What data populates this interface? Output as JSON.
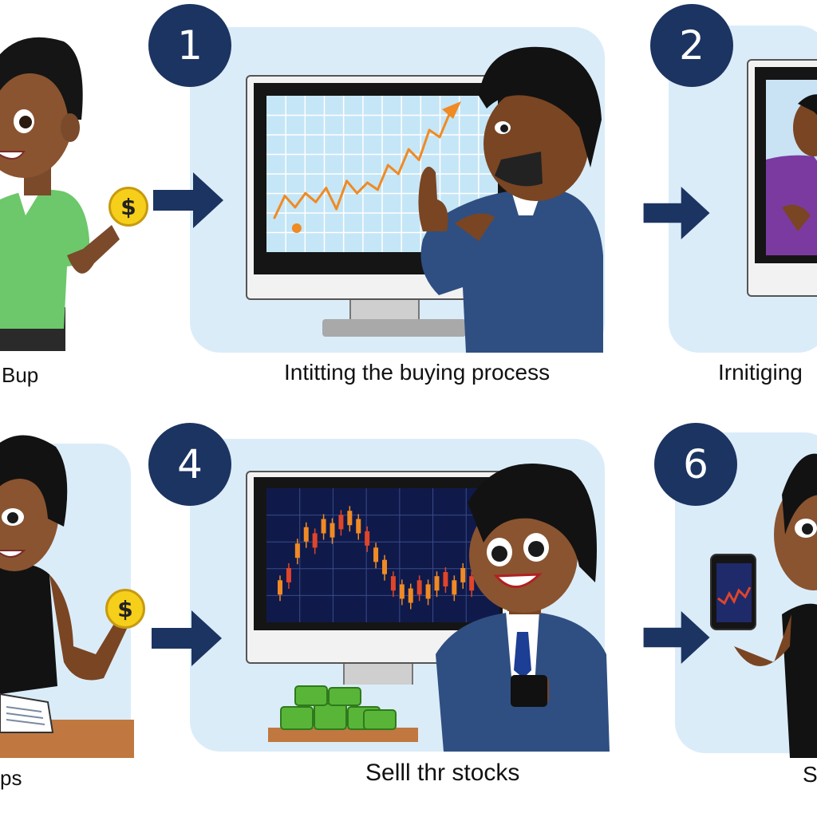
{
  "steps": [
    {
      "badge": "1",
      "caption": "Intitting the buying process"
    },
    {
      "badge": "2",
      "caption": "Irnitiging"
    },
    {
      "badge": "4",
      "caption": "Selll thr stocks"
    },
    {
      "badge": "6",
      "caption": "S"
    }
  ],
  "left_captions": {
    "top": "Bup",
    "bottom": "ps"
  },
  "coin_symbol": "$",
  "colors": {
    "badge": "#1c3461",
    "panel": "#dbecf9",
    "arrow": "#1c3461",
    "line_chart": "#f08a24",
    "candle_up": "#f08a24",
    "candle_down": "#e0452a",
    "cash": "#59b538",
    "coin": "#f5cf1a"
  },
  "icons": [
    "right-arrow-icon",
    "coin-icon",
    "smartphone-icon",
    "book-icon"
  ],
  "chart_data": [
    {
      "type": "line",
      "title": "",
      "x": [
        0,
        1,
        2,
        3,
        4,
        5,
        6,
        7,
        8,
        9,
        10,
        11,
        12,
        13,
        14,
        15,
        16,
        17
      ],
      "values": [
        30,
        55,
        42,
        58,
        48,
        64,
        40,
        72,
        58,
        70,
        62,
        90,
        80,
        108,
        96,
        130,
        122,
        150
      ],
      "ylim": [
        0,
        160
      ]
    },
    {
      "type": "bar",
      "title": "",
      "categories": [],
      "values": [
        12,
        18,
        30,
        38,
        35,
        42,
        40,
        44,
        46,
        42,
        36,
        28,
        22,
        14,
        10,
        8,
        12,
        10,
        14,
        16,
        12,
        18,
        14,
        20
      ],
      "ylim": [
        0,
        50
      ]
    }
  ]
}
